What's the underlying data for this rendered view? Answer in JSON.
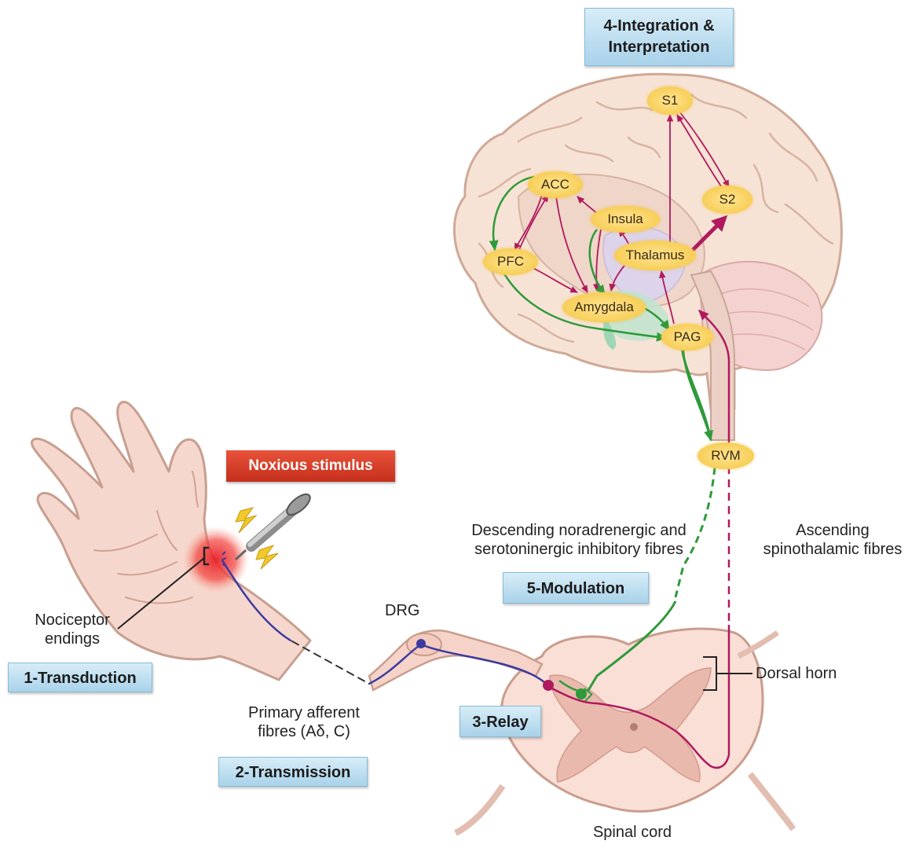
{
  "stages": {
    "transduction": "1-Transduction",
    "transmission": "2-Transmission",
    "relay": "3-Relay",
    "integration_line1": "4-Integration &",
    "integration_line2": "Interpretation",
    "modulation": "5-Modulation"
  },
  "stimulus": "Noxious stimulus",
  "brain_regions": {
    "s1": "S1",
    "s2": "S2",
    "acc": "ACC",
    "insula": "Insula",
    "pfc": "PFC",
    "thalamus": "Thalamus",
    "amygdala": "Amygdala",
    "pag": "PAG",
    "rvm": "RVM"
  },
  "labels": {
    "nociceptor_line1": "Nociceptor",
    "nociceptor_line2": "endings",
    "drg": "DRG",
    "primary_afferent_line1": "Primary afferent",
    "primary_afferent_line2": "fibres (Aδ, C)",
    "descending_line1": "Descending noradrenergic and",
    "descending_line2": "serotoninergic inhibitory fibres",
    "ascending_line1": "Ascending",
    "ascending_line2": "spinothalamic fibres",
    "dorsal_horn": "Dorsal horn",
    "spinal_cord": "Spinal cord"
  },
  "colors": {
    "ascending_pathway": "#b0195e",
    "descending_pathway": "#2e9a3a",
    "stage_box": "#a9d2ea",
    "stimulus_box": "#d63b25",
    "region_oval": "#f7ce57",
    "nerve_fibre": "#3c3aa0"
  },
  "icons": {
    "hand": "hand-illustration",
    "pin": "pushpin-icon",
    "lightning": "lightning-icon",
    "brain": "brain-illustration",
    "spinal_cord": "spinal-cord-cross-section"
  }
}
